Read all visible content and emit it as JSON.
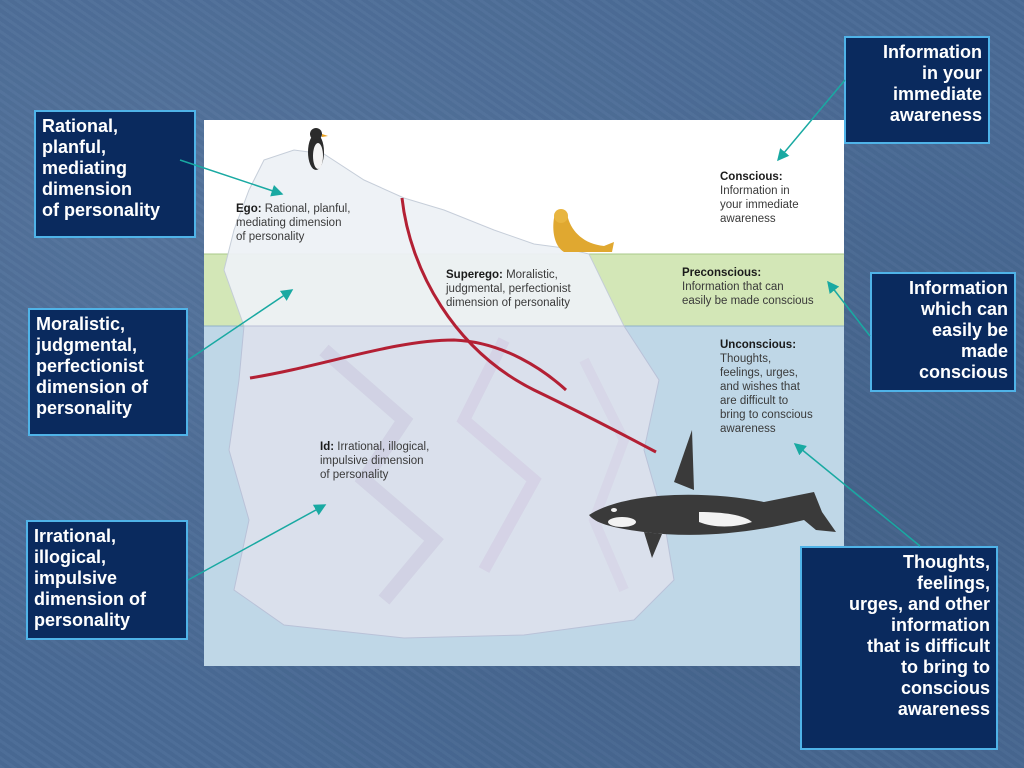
{
  "callouts": {
    "conscious": "Information\nin your\nimmediate\nawareness",
    "ego": "Rational,\nplanful,\nmediating\ndimension\nof personality",
    "superego": "Moralistic,\njudgmental,\nperfectionist\ndimension of\npersonality",
    "preconscious": "Information\nwhich can\neasily be\nmade\nconscious",
    "id": "Irrational,\nillogical,\nimpulsive\ndimension of\npersonality",
    "unconscious": "Thoughts,\nfeelings,\nurges, and other\ninformation\nthat is difficult\nto bring to\nconscious\nawareness"
  },
  "figure": {
    "ego": {
      "title": "Ego:",
      "text": " Rational, planful,\nmediating dimension\nof personality"
    },
    "superego": {
      "title": "Superego:",
      "text": " Moralistic,\njudgmental, perfectionist\ndimension of personality"
    },
    "id": {
      "title": "Id:",
      "text": " Irrational, illogical,\nimpulsive dimension\nof personality"
    },
    "conscious": {
      "title": "Conscious:",
      "text": "Information in\nyour immediate\nawareness"
    },
    "preconscious": {
      "title": "Preconscious:",
      "text": "Information that can\neasily be made conscious"
    },
    "unconscious": {
      "title": "Unconscious:",
      "text": "Thoughts,\nfeelings, urges,\nand wishes that\nare difficult to\nbring to conscious\nawareness"
    }
  },
  "colors": {
    "callout_bg": "#0a2a5e",
    "callout_border": "#4fb3e8",
    "arrow": "#1aa6a0",
    "divider_line": "#b0202e",
    "water": "#bcd6e6",
    "preconscious_band": "#d2e6b6"
  },
  "icons": [
    "penguin-icon",
    "seal-icon",
    "orca-icon"
  ]
}
